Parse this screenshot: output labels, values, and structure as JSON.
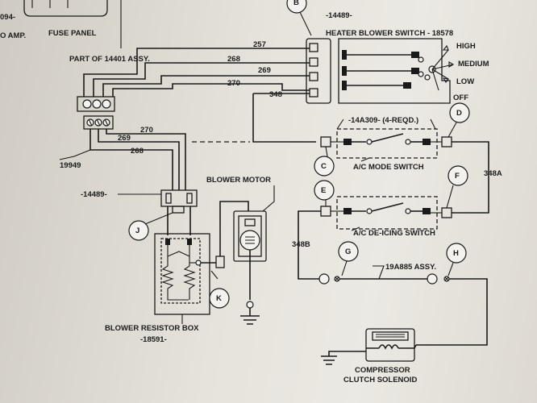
{
  "labels": {
    "fuse_part": "094-",
    "amp": "O AMP.",
    "fuse_panel": "FUSE PANEL",
    "part_of": "PART OF 14401 ASSY.",
    "ref_19949": "19949",
    "ref_14489_top": "-14489-",
    "heater_switch": "HEATER BLOWER SWITCH - 18578",
    "high": "HIGH",
    "medium": "MEDIUM",
    "low": "LOW",
    "off": "OFF",
    "ref_14a309": "-14A309-  (4-REQD.)",
    "ac_mode": "A/C MODE SWITCH",
    "ac_deicing": "A/C DE-ICING SWITCH",
    "blower_motor": "BLOWER MOTOR",
    "ref_14489_left": "-14489-",
    "resistor_box": "BLOWER RESISTOR BOX",
    "resistor_num": "-18591-",
    "assy_19a885": "19A885 ASSY.",
    "compressor_1": "COMPRESSOR",
    "compressor_2": "CLUTCH SOLENOID"
  },
  "wires": {
    "w257": "257",
    "w268": "268",
    "w269": "269",
    "w270": "270",
    "w348": "348",
    "w270b": "270",
    "w269b": "269",
    "w268b": "268",
    "w348a": "348A",
    "w348b": "348B"
  },
  "callouts": {
    "top": "B",
    "c": "C",
    "d": "D",
    "e": "E",
    "f": "F",
    "g": "G",
    "h": "H",
    "j": "J",
    "k": "K"
  }
}
